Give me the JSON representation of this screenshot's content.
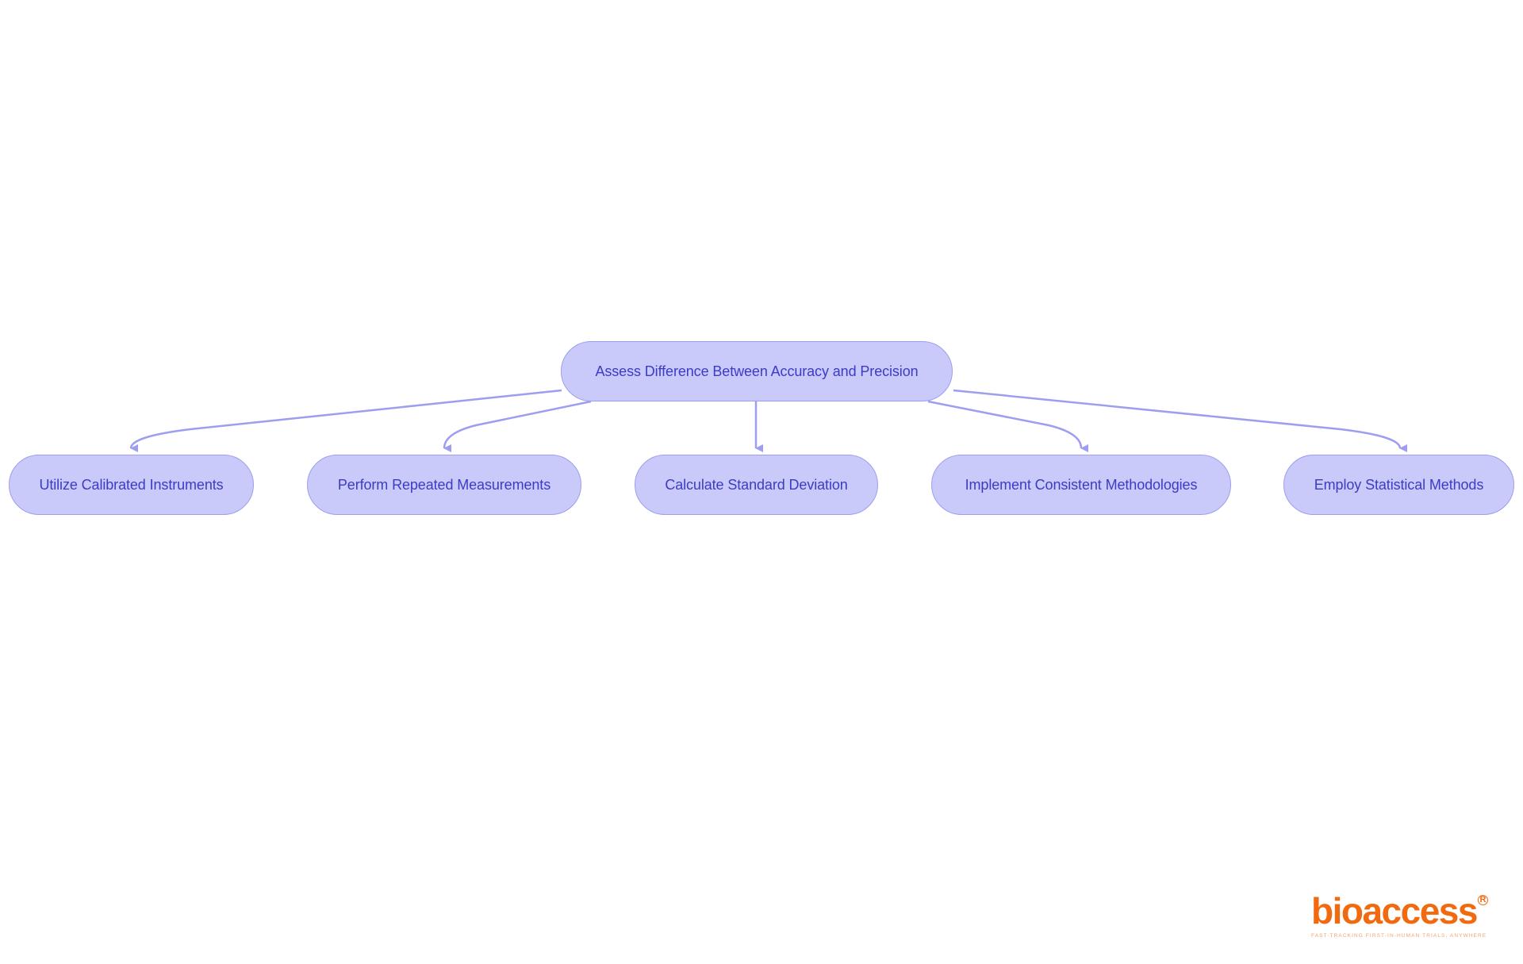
{
  "diagram": {
    "type": "flowchart-tree",
    "colors": {
      "node_fill": "#c9caf9",
      "node_border": "#9d9ef0",
      "node_text": "#3b3cc6",
      "edge": "#9d9ef0",
      "background": "#ffffff"
    },
    "root": {
      "id": "root",
      "label": "Assess Difference Between Accuracy and Precision"
    },
    "children": [
      {
        "id": "c1",
        "label": "Utilize Calibrated Instruments"
      },
      {
        "id": "c2",
        "label": "Perform Repeated Measurements"
      },
      {
        "id": "c3",
        "label": "Calculate Standard Deviation"
      },
      {
        "id": "c4",
        "label": "Implement Consistent Methodologies"
      },
      {
        "id": "c5",
        "label": "Employ Statistical Methods"
      }
    ],
    "edges": [
      {
        "from": "root",
        "to": "c1"
      },
      {
        "from": "root",
        "to": "c2"
      },
      {
        "from": "root",
        "to": "c3"
      },
      {
        "from": "root",
        "to": "c4"
      },
      {
        "from": "root",
        "to": "c5"
      }
    ]
  },
  "logo": {
    "wordmark": "bioaccess",
    "registered": "R",
    "tagline": "FAST-TRACKING FIRST-IN-HUMAN TRIALS, ANYWHERE",
    "color": "#f26a10"
  }
}
